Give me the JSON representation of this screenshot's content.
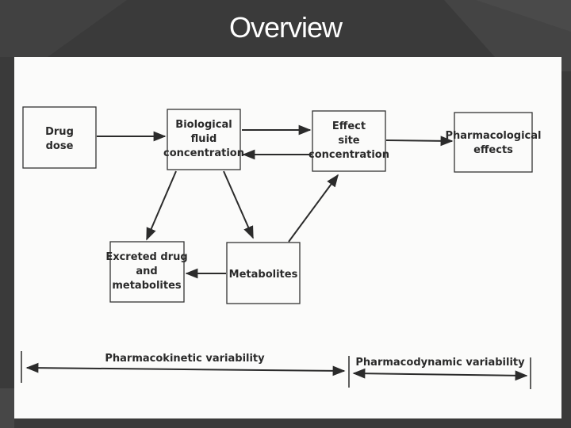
{
  "slide": {
    "title": "Overview"
  },
  "boxes": {
    "drug_dose": [
      "Drug",
      "dose"
    ],
    "biological_fluid": [
      "Biological",
      "fluid",
      "concentration"
    ],
    "effect_site": [
      "Effect",
      "site",
      "concentration"
    ],
    "pharmacological_effects": [
      "Pharmacological",
      "effects"
    ],
    "excreted": [
      "Excreted drug",
      "and",
      "metabolites"
    ],
    "metabolites": [
      "Metabolites"
    ]
  },
  "variability": {
    "pharmacokinetic": "Pharmacokinetic variability",
    "pharmacodynamic": "Pharmacodynamic variability"
  },
  "colors": {
    "background": "#3a3a3a",
    "figure": "#fbfbfa",
    "ink": "#2b2b2b",
    "title": "#ffffff"
  }
}
